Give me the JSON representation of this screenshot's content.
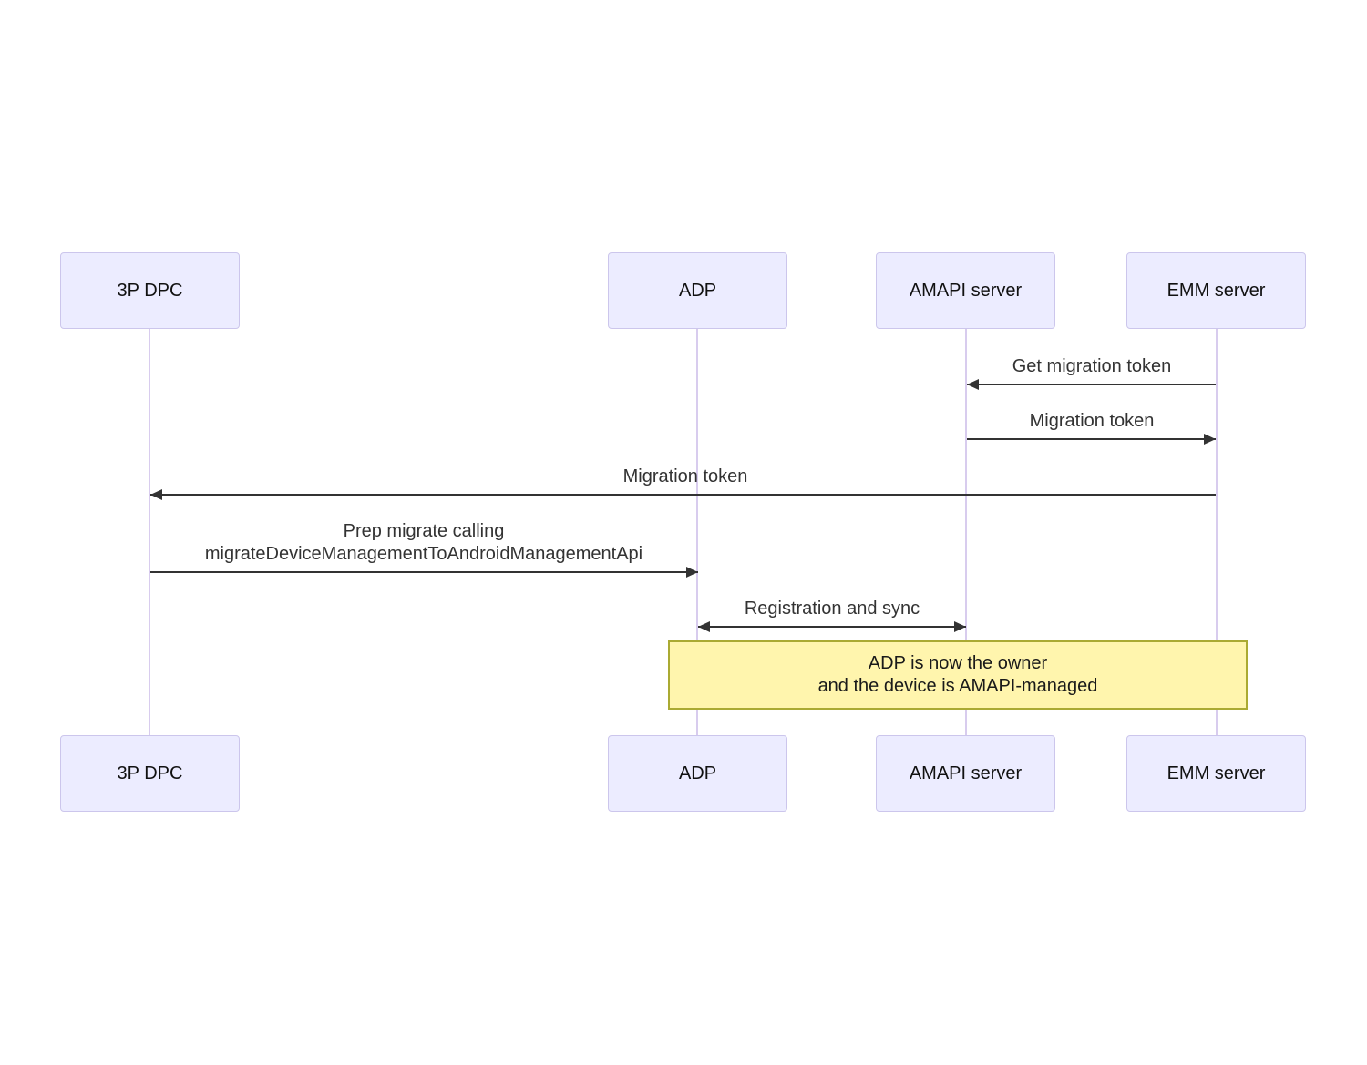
{
  "diagram": {
    "kind": "sequence-diagram",
    "actors": [
      {
        "id": "3p-dpc",
        "name": "3P DPC"
      },
      {
        "id": "adp",
        "name": "ADP"
      },
      {
        "id": "amapi-server",
        "name": "AMAPI server"
      },
      {
        "id": "emm-server",
        "name": "EMM server"
      }
    ],
    "messages": [
      {
        "label": "Get migration token",
        "from": "EMM server",
        "to": "AMAPI server",
        "bidirectional": false
      },
      {
        "label": "Migration token",
        "from": "AMAPI server",
        "to": "EMM server",
        "bidirectional": false
      },
      {
        "label": "Migration token",
        "from": "EMM server",
        "to": "3P DPC",
        "bidirectional": false
      },
      {
        "label": "Prep migrate calling\nmigrateDeviceManagementToAndroidManagementApi",
        "from": "3P DPC",
        "to": "ADP",
        "bidirectional": false
      },
      {
        "label": "Registration and sync",
        "from": "ADP",
        "to": "AMAPI server",
        "bidirectional": true
      }
    ],
    "note": {
      "text": "ADP is now the owner\nand the device is AMAPI-managed",
      "spans": "ADP, EMM server"
    },
    "colors": {
      "actor_fill": "#ECECFF",
      "actor_border": "#CCC6EC",
      "lifeline": "#D8CCEE",
      "arrow": "#333333",
      "message_text": "#333333",
      "note_fill": "#FFF5AD",
      "note_border": "#AAAA33"
    }
  }
}
